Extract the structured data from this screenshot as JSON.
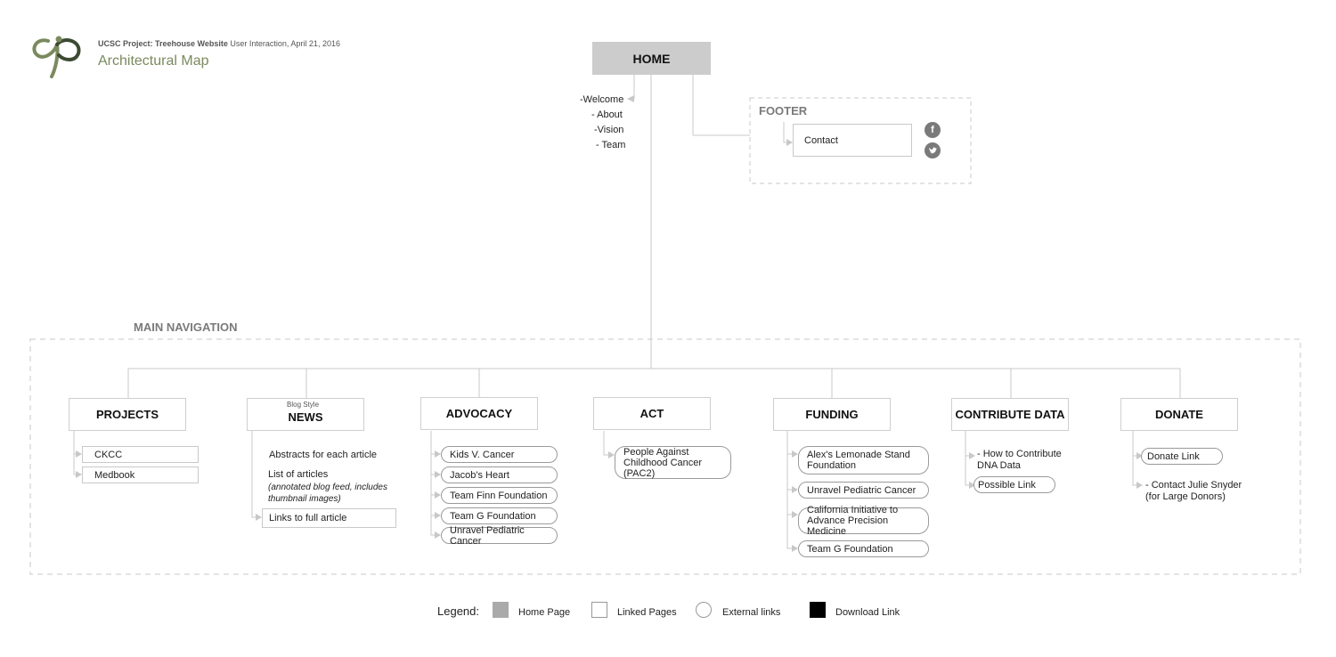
{
  "header": {
    "project": "UCSC Project: Treehouse Website",
    "meta": "User Interaction, April 21, 2016",
    "title": "Architectural Map"
  },
  "home": {
    "label": "HOME",
    "children": [
      "-Welcome",
      "- About",
      "-Vision",
      "- Team"
    ]
  },
  "footer": {
    "label": "FOOTER",
    "contact": "Contact",
    "icons": [
      "facebook-icon",
      "twitter-icon"
    ]
  },
  "main_nav": {
    "label": "MAIN NAVIGATION",
    "sections": [
      {
        "label": "PROJECTS",
        "items": [
          "CKCC",
          "Medbook"
        ]
      },
      {
        "label": "NEWS",
        "note": "Blog Style",
        "abstracts": "Abstracts for each article",
        "list_title": "List of articles",
        "list_note": "(annotated blog feed, includes thumbnail images)",
        "link": "Links to full article"
      },
      {
        "label": "ADVOCACY",
        "items": [
          "Kids V. Cancer",
          "Jacob's Heart",
          "Team Finn Foundation",
          "Team G Foundation",
          "Unravel Pediatric Cancer"
        ]
      },
      {
        "label": "ACT",
        "items": [
          "People Against Childhood Cancer (PAC2)"
        ]
      },
      {
        "label": "FUNDING",
        "items": [
          "Alex's Lemonade Stand Foundation",
          "Unravel Pediatric Cancer",
          "California Initiative to Advance Precision Medicine",
          "Team G Foundation"
        ]
      },
      {
        "label": "CONTRIBUTE DATA",
        "items": [
          "- How to Contribute DNA Data",
          "Possible Link"
        ]
      },
      {
        "label": "DONATE",
        "items": [
          "Donate Link",
          "- Contact Julie Snyder (for Large Donors)"
        ]
      }
    ]
  },
  "legend": {
    "label": "Legend:",
    "items": [
      "Home Page",
      "Linked Pages",
      "External links",
      "Download Link"
    ]
  },
  "colors": {
    "home_fill": "#cccccc",
    "accent": "#7a8a5e",
    "line": "#c8c8c8",
    "dash": "#c9c9c9"
  }
}
